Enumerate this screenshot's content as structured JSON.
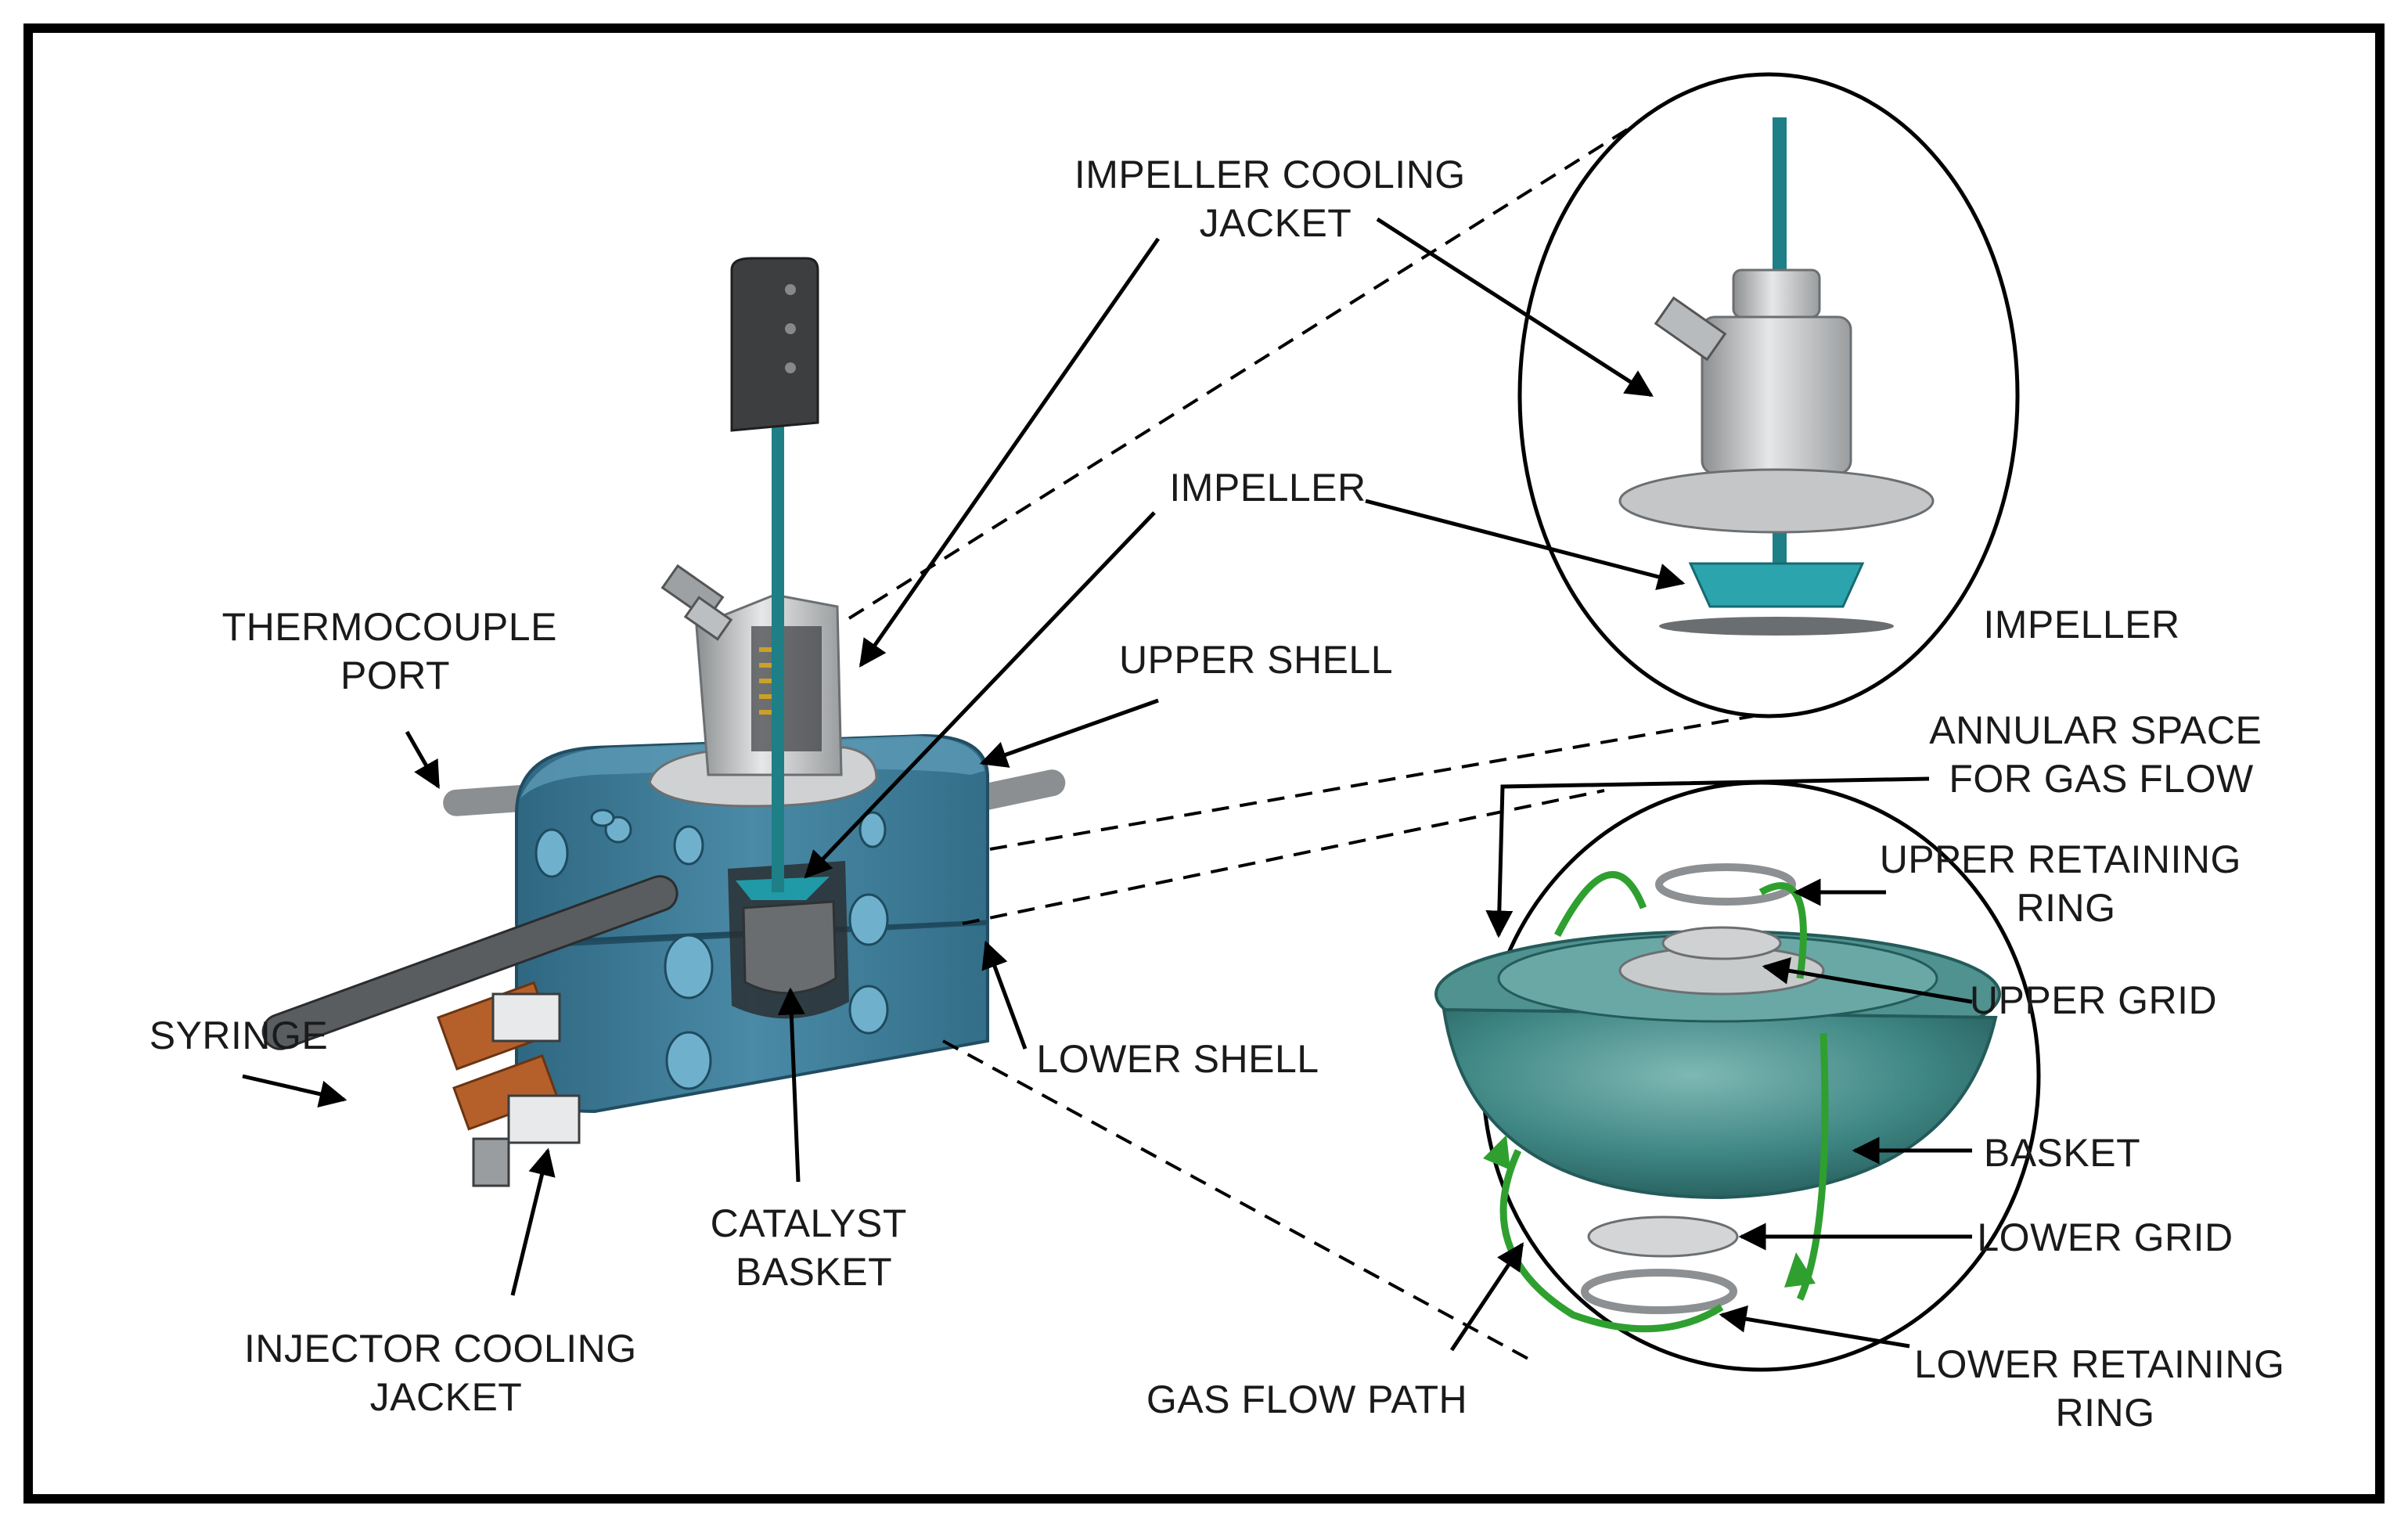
{
  "labels": {
    "impeller_cooling_jacket": [
      "IMPELLER COOLING",
      "JACKET"
    ],
    "impeller_main": "IMPELLER",
    "thermocouple_port": [
      "THERMOCOUPLE",
      "PORT"
    ],
    "upper_shell": "UPPER SHELL",
    "impeller_detail": "IMPELLER",
    "annular_space": [
      "ANNULAR SPACE",
      "FOR GAS FLOW"
    ],
    "upper_retaining_ring": [
      "UPPER RETAINING",
      "RING"
    ],
    "upper_grid": "UPPER GRID",
    "syringe": "SYRINGE",
    "lower_shell": "LOWER SHELL",
    "basket": "BASKET",
    "catalyst_basket": [
      "CATALYST",
      "BASKET"
    ],
    "lower_grid": "LOWER GRID",
    "injector_cooling_jacket": [
      "INJECTOR COOLING",
      "JACKET"
    ],
    "lower_retaining_ring": [
      "LOWER RETAINING",
      "RING"
    ],
    "gas_flow_path": "GAS FLOW PATH"
  },
  "colors": {
    "shell_blue": "#3f7f9c",
    "shell_dark": "#2c5f78",
    "teal": "#1e7f86",
    "basket_green": "#4f9290",
    "flow_green": "#2fa02f",
    "copper": "#b5602a",
    "steel": "#c9cbcc"
  }
}
